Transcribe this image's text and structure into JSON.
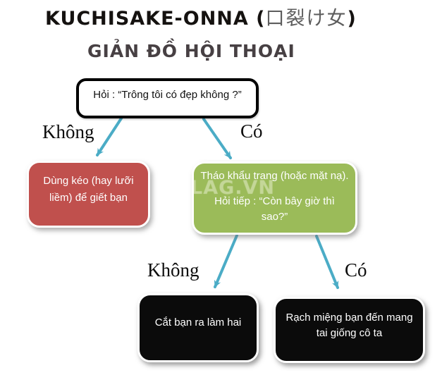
{
  "header": {
    "title_prefix": "KUCHISAKE-ONNA (",
    "title_kanji": "口裂け女",
    "title_suffix": ")",
    "subtitle": "GIẢN ĐỒ HỘI THOẠI"
  },
  "flow": {
    "question": "Hỏi : “Trông tôi có đẹp không ?”",
    "branch1": {
      "no_label": "Không",
      "yes_label": "Có"
    },
    "branch2": {
      "no_label": "Không",
      "yes_label": "Có"
    },
    "no_action": "Dùng kéo (hay lưỡi liềm) để giết bạn",
    "yes_action_line1": "Tháo khẩu trang (hoặc mặt nạ).",
    "yes_action_line2": "Hỏi tiếp : “Còn bây giờ thì sao?”",
    "no2_result": "Cắt bạn ra làm hai",
    "yes2_result": "Rạch miệng bạn đến mang tai giống cô ta"
  },
  "watermark": "LAG.VN",
  "colors": {
    "arrow": "#4BACC6",
    "no_box": "#C0504D",
    "yes_box": "#9BBB59",
    "result_box": "#0b0b0b"
  }
}
